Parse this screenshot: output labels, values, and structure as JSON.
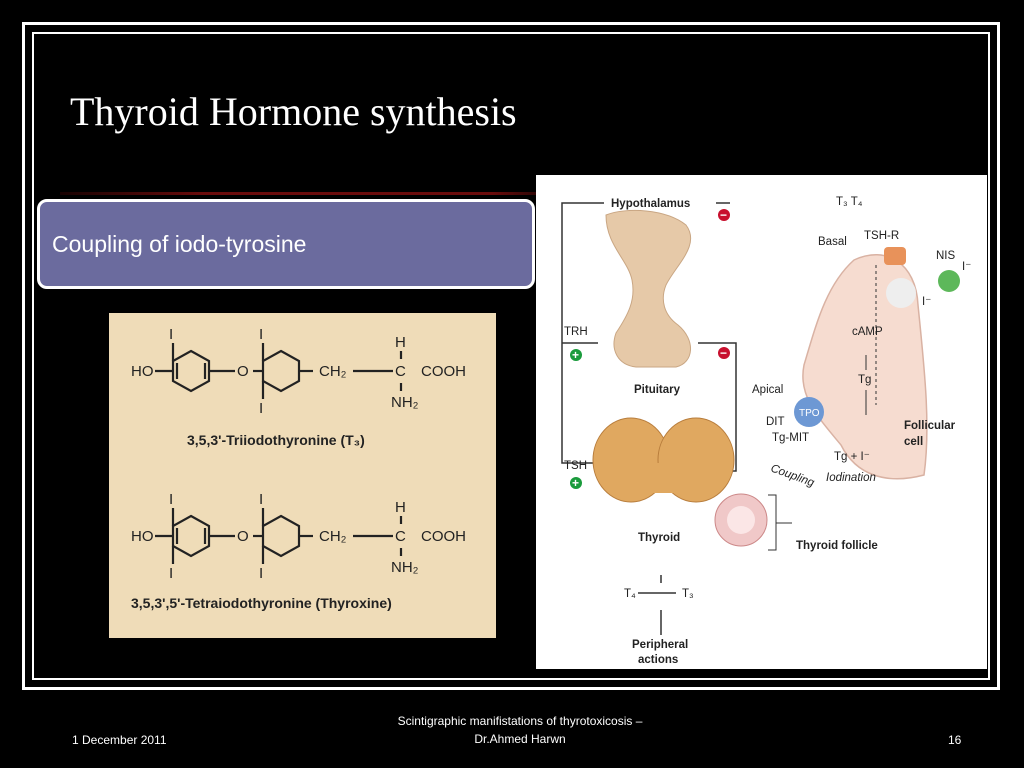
{
  "slide": {
    "title": "Thyroid Hormone synthesis",
    "callout": "Coupling of iodo-tyrosine"
  },
  "chemistry": {
    "t3": {
      "ho": "HO",
      "o": "O",
      "i": "I",
      "h": "H",
      "c": "C",
      "ch2": "CH₂",
      "cooh": "COOH",
      "nh2": "NH₂",
      "name": "3,5,3'-Triiodothyronine (T₃)"
    },
    "t4": {
      "ho": "HO",
      "o": "O",
      "i": "I",
      "h": "H",
      "c": "C",
      "ch2": "CH₂",
      "cooh": "COOH",
      "nh2": "NH₂",
      "name": "3,5,3',5'-Tetraiodothyronine (Thyroxine)"
    }
  },
  "diagram": {
    "hypothalamus": "Hypothalamus",
    "trh": "TRH",
    "pituitary": "Pituitary",
    "tsh": "TSH",
    "thyroid": "Thyroid",
    "t4": "T₄",
    "t3": "T₃",
    "peripheral1": "Peripheral",
    "peripheral2": "actions",
    "t3t4_top": "T₃  T₄",
    "tshr": "TSH-R",
    "basal": "Basal",
    "nis": "NIS",
    "iodide": "I⁻",
    "camp": "cAMP",
    "tg": "Tg",
    "apical": "Apical",
    "tpo": "TPO",
    "dit": "DIT",
    "tgmit": "Tg-MIT",
    "tgi": "Tg  +  I⁻",
    "coupling": "Coupling",
    "iodination": "Iodination",
    "follicular1": "Follicular",
    "follicular2": "cell",
    "follicle": "Thyroid follicle",
    "plus": "+",
    "minus": "−"
  },
  "footer": {
    "date": "1 December 2011",
    "center_line1": "Scintigraphic manifistations of thyrotoxicosis –",
    "center_line2": "Dr.Ahmed Harwn",
    "page": "16"
  },
  "colors": {
    "background": "#000000",
    "callout": "#6b6b9e",
    "chem_bg": "#efdcb8",
    "title_rule": "#6b0c0c",
    "gland": "#e0a860",
    "cell": "#f6dcd0"
  }
}
